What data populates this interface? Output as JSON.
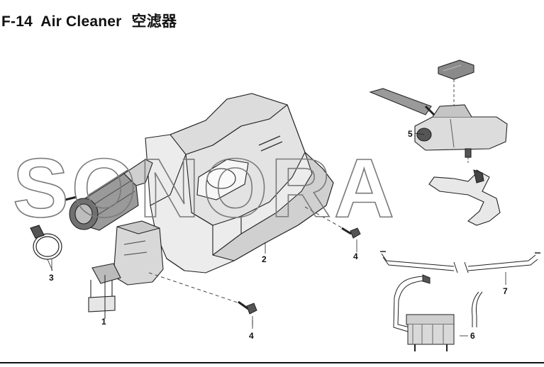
{
  "header": {
    "part_code": "F-14",
    "title_en": "Air Cleaner",
    "title_cn": "空滤器"
  },
  "watermark": "SONORA",
  "callouts": [
    "1",
    "2",
    "3",
    "4",
    "4",
    "5",
    "6",
    "7"
  ],
  "parts": [
    {
      "id": "1",
      "label": "intake-duct-assembly"
    },
    {
      "id": "2",
      "label": "air-cleaner-housing"
    },
    {
      "id": "3",
      "label": "hose-clamp"
    },
    {
      "id": "4",
      "label": "bolt"
    },
    {
      "id": "5",
      "label": "breather-tank"
    },
    {
      "id": "6",
      "label": "canister"
    },
    {
      "id": "7",
      "label": "hose"
    }
  ],
  "colors": {
    "line": "#222222",
    "fill_light": "#e9e9e9",
    "fill_mid": "#cfcfcf",
    "fill_dark": "#8a8a8a",
    "watermark": "#7a7a7a"
  }
}
